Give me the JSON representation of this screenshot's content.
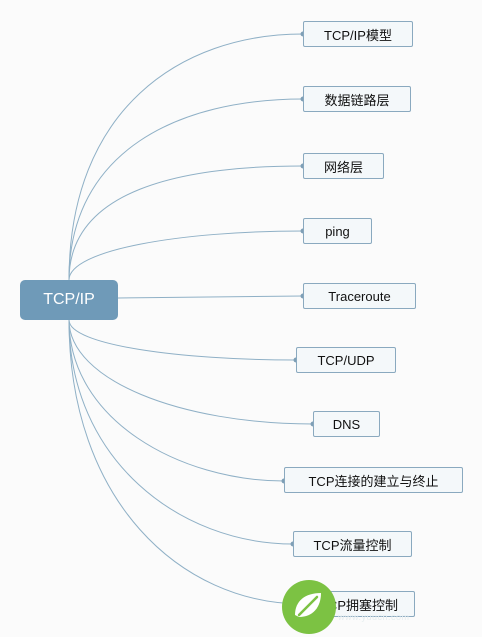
{
  "root": {
    "label": "TCP/IP"
  },
  "children": [
    {
      "label": "TCP/IP模型"
    },
    {
      "label": "数据链路层"
    },
    {
      "label": "网络层"
    },
    {
      "label": "ping"
    },
    {
      "label": "Traceroute"
    },
    {
      "label": "TCP/UDP"
    },
    {
      "label": "DNS"
    },
    {
      "label": "TCP连接的建立与终止"
    },
    {
      "label": "TCP流量控制"
    },
    {
      "label": "TCP拥塞控制"
    }
  ],
  "watermark": {
    "icon": "leaf-logo-icon",
    "text": "www.yuucn.com"
  },
  "colors": {
    "edge": "#8fb0c6",
    "root_fill": "#6f9ab8",
    "node_border": "#8aa9bf",
    "logo_green": "#7cc243"
  }
}
